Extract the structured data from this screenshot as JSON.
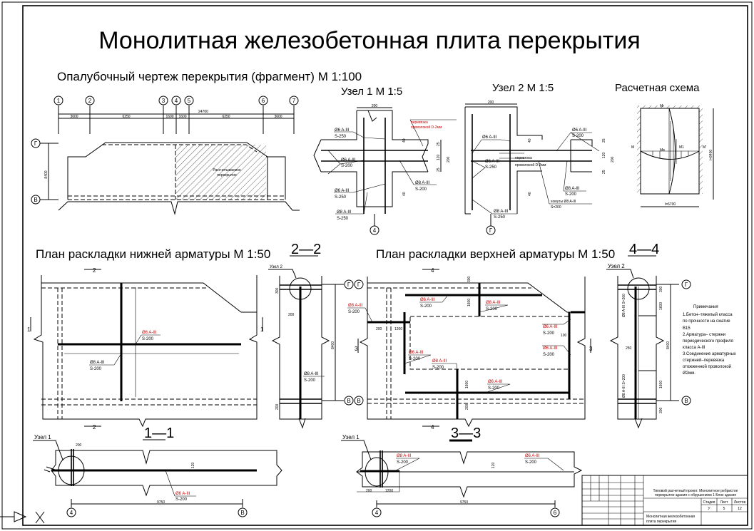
{
  "title": "Монолитная железобетонная плита перекрытия",
  "formwork": {
    "heading": "Опалубочный чертеж перекрытия (фрагмент) М 1:100",
    "axes": [
      "1",
      "2",
      "3",
      "4",
      "5",
      "6",
      "7"
    ],
    "rows": [
      "Г",
      "В"
    ],
    "dims": [
      "3600",
      "6250",
      "1600",
      "1600",
      "6250",
      "3600"
    ],
    "total_dim": "24700",
    "height_dim": "8400",
    "hatch_label_1": "Рассчитываемое",
    "hatch_label_2": "перекрытие"
  },
  "node1": {
    "heading": "Узел 1   М 1:5",
    "width_dim": "200",
    "dims": [
      "40",
      "25",
      "120",
      "200",
      "25",
      "40"
    ],
    "labels": [
      {
        "a": "Ø6 A-III",
        "b": "S-250"
      },
      {
        "a": "Ø6 A-III",
        "b": "S-200"
      },
      {
        "a": "Ø6 A-III",
        "b": "S-250"
      },
      {
        "a": "Ø8 A-III",
        "b": "S-250"
      },
      {
        "a": "Ø8 A-III",
        "b": "S-200"
      }
    ],
    "wire_1": "перевязка",
    "wire_2": "проволокой D-2мм",
    "axis": "4"
  },
  "node2": {
    "heading": "Узел 2    М 1:5",
    "width_dim": "200",
    "dims": [
      "40",
      "25",
      "120",
      "200",
      "25",
      "40"
    ],
    "labels": [
      {
        "a": "Ø6 A-III",
        "b": ""
      },
      {
        "a": "Ø6 A-III",
        "b": "S-250"
      },
      {
        "a": "Ø6 A-III",
        "b": "S-200"
      },
      {
        "a": "Ø8 A-III",
        "b": "S-200"
      },
      {
        "a": "Ø8 A-III",
        "b": "S-250"
      }
    ],
    "wire_1": "перевязка",
    "wire_2": "проволокой D-2мм",
    "clamp_1": "хомуты Ø8 A-III",
    "clamp_2": "S=200",
    "axis": "Г"
  },
  "scheme": {
    "heading": "Расчетная схема",
    "moments": [
      "Мг",
      "М",
      "Мв",
      "М1",
      "М'"
    ],
    "dim_h": "l=8400",
    "dim_w": "l=6700"
  },
  "lower_plan": {
    "heading": "План раскладки нижней арматуры М 1:50",
    "section_tag": "2—2",
    "cut_1": "1",
    "cut_2": "2",
    "label_a": {
      "a": "Ø6 A-III",
      "b": "S-200"
    },
    "label_b": {
      "a": "Ø8 A-III",
      "b": "S-200"
    }
  },
  "section_22": {
    "node": "Узел 2",
    "dims": [
      "300",
      "200",
      "8400",
      "200"
    ],
    "label": {
      "a": "Ø8 A-III",
      "b": "S-200"
    },
    "rows": [
      "Г",
      "В"
    ]
  },
  "upper_plan": {
    "heading": "План раскладки верхней арматуры М 1:50",
    "section_tag": "4—4",
    "cut_3": "3",
    "cut_4": "4",
    "rows": [
      "Г",
      "В"
    ],
    "dims": [
      "300",
      "1600",
      "200",
      "1200",
      "100",
      "1600",
      "200"
    ],
    "labels": [
      {
        "a": "Ø6 A-III",
        "b": "S-200"
      },
      {
        "a": "Ø8 A-III",
        "b": "S-200"
      },
      {
        "a": "Ø8 A-III",
        "b": "S-200"
      },
      {
        "a": "Ø6 A-III",
        "b": "S-200"
      },
      {
        "a": "Ø6 A-III",
        "b": "S-200"
      },
      {
        "a": "Ø6 A-III",
        "b": "S-200"
      },
      {
        "a": "Ø8 A-III",
        "b": "S-200"
      },
      {
        "a": "Ø6 A-III",
        "b": "S-200"
      }
    ]
  },
  "section_44": {
    "node": "Узел 2",
    "dims": [
      "300",
      "1600",
      "250",
      "8400",
      "1600",
      "300"
    ],
    "label_1": "Ø8 A-III S=200",
    "label_2": "Ø8 A-III S=200",
    "rows": [
      "Г",
      "В"
    ]
  },
  "notes": {
    "heading": "Примечания",
    "lines": [
      "1.Бетон–тяжелый класса",
      "по прочности на сжатие",
      "В15",
      "2.Арматура– стержни",
      "периодического профиля",
      "класса А-III",
      "3.Соединение арматурных",
      "стержней–перевязка",
      "отожженной проволокой",
      "Ø2мм."
    ]
  },
  "section_11": {
    "tag": "1—1",
    "node": "Узел 1",
    "dims": [
      "200",
      "120",
      "9750"
    ],
    "label": {
      "a": "Ø6 A-III",
      "b": "S-200"
    },
    "axes": [
      "4",
      "В"
    ]
  },
  "section_33": {
    "tag": "3—3",
    "node": "Узел 1",
    "dims": [
      "120",
      "200",
      "1200",
      "9750"
    ],
    "label_a": {
      "a": "Ø8 A-III",
      "b": "S-200"
    },
    "label_b": {
      "a": "Ø6 A-III",
      "b": "S-200"
    },
    "axes": [
      "4",
      "6"
    ]
  },
  "title_block": {
    "project_1": "Типовой расчетный проект. Монолитное ребристое",
    "project_2": "перекрытие здания с обрушением 1 Блок здания",
    "stage_h": "Стадия",
    "sheet_h": "Лист",
    "sheets_h": "Листов",
    "stage": "У",
    "sheet": "5",
    "sheets": "12",
    "name_1": "Монолитная железобетонная",
    "name_2": "плита перекрытия"
  }
}
